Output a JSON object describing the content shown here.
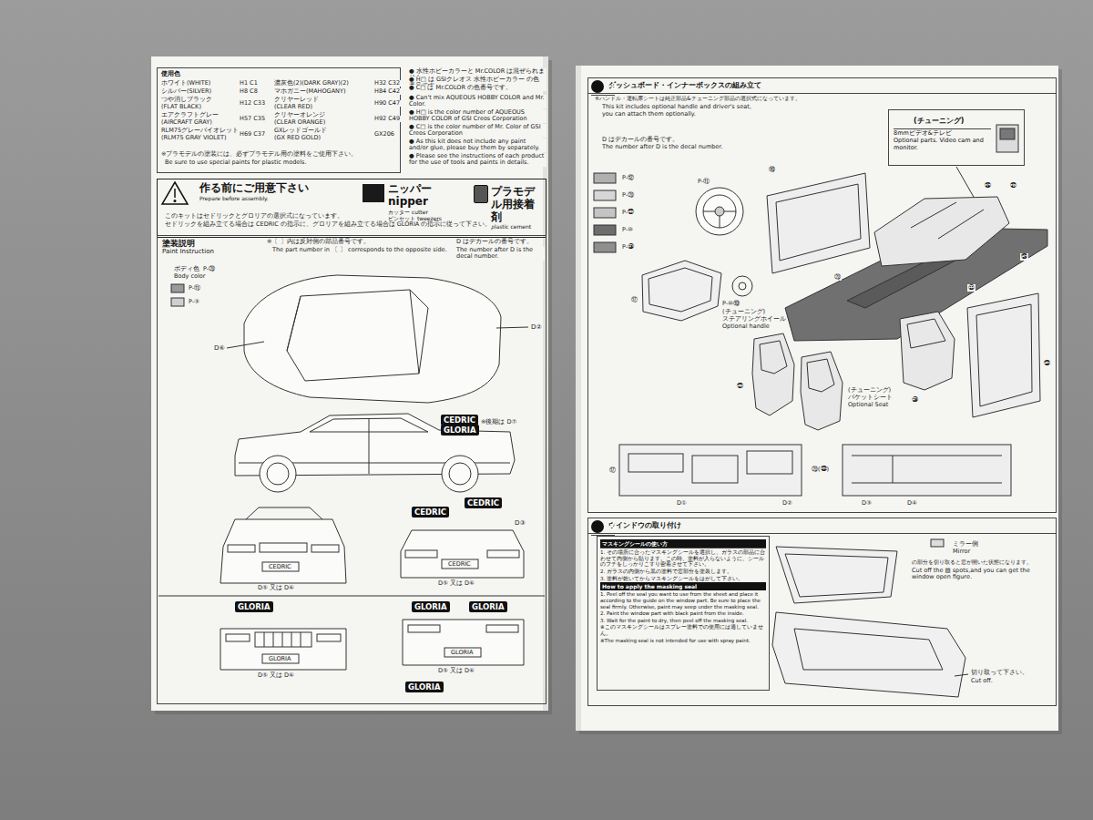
{
  "diagram": {
    "nodes": [
      {
        "text": [
          "使用色"
        ]
      },
      {
        "text": [
          "作る前にご用意下さい",
          "Prepare before assembly."
        ]
      },
      {
        "text": [
          "ニッパー nipper",
          "カッター cutter",
          "ピンセット tweezers"
        ],
        "in": 1
      },
      {
        "text": [
          "プラモデル用接着剤",
          "plastic cement"
        ],
        "in": 1
      },
      {
        "text": [
          "塗装説明",
          "Paint Instruction"
        ]
      },
      {
        "text": [
          "CEDRIC"
        ],
        "in": 4
      },
      {
        "text": [
          "GLORIA"
        ],
        "in": 4
      },
      {
        "text": [
          "CEDRIC"
        ],
        "in": 4
      },
      {
        "text": [
          "CEDRIC"
        ],
        "in": 4
      },
      {
        "text": [
          "GLORIA"
        ],
        "in": 4
      },
      {
        "text": [
          "GLORIA"
        ],
        "in": 4
      },
      {
        "text": [
          "GLORIA"
        ],
        "in": 4
      },
      {
        "text": [
          "GLORIA"
        ],
        "in": 4
      },
      {
        "text": [
          "ダッシュボード・インナーボックスの組み立て"
        ]
      },
      {
        "text": [
          "8"
        ],
        "in": 13
      },
      {
        "text": [
          "(チューニング)",
          "8mmビデオ&テレビ",
          "Optional parts. Video cam and monitor."
        ],
        "in": 13
      },
      {
        "text": [
          "ウインドウの取り付け"
        ]
      },
      {
        "text": [
          "9"
        ],
        "in": 16
      },
      {
        "text": [
          "マスキングシールの使い方",
          "1. その場所に合ったマスキングシールを選択し、ガラスの部品に合わせて内側から貼ります。この時、塗料が入らないように、シールのフチをしっかりこすり密着させて下さい。",
          "2. ガラスの内側から黒の塗料で窓部分を塗装します。",
          "3. 塗料が乾いてからマスキングシールをはがして下さい。",
          "How to apply the masking seal",
          "1. Peel off the seal you want to use from the sheet and place it according to the guide on the window part. Be sure to place the seal firmly. Otherwise, paint may seep under the masking seal.",
          "2. Paint the window part with black paint from the inside.",
          "3. Wait for the paint to dry, then peel off the masking seal.",
          "※このマスキングシールはスプレー塗料での使用には適していません。",
          "※The masking seal is not intended for use with spray paint."
        ],
        "in": 16
      }
    ],
    "labels": [
      "ホワイト(WHITE)",
      "シルバー(SILVER)",
      "つや消しブラック",
      "(FLAT BLACK)",
      "エアクラフトグレー",
      "(AIRCRAFT GRAY)",
      "RLM75グレーバイオレット",
      "(RLM75 GRAY VIOLET)",
      "H1 C1",
      "H8 C8",
      "H12 C33",
      "H57 C35",
      "H69 C37",
      "濃灰色(2)(DARK GRAY)(2)",
      "マホガニー(MAHOGANY)",
      "クリヤーレッド",
      "(CLEAR RED)",
      "クリヤーオレンジ",
      "(CLEAR ORANGE)",
      "GXレッドゴールド",
      "(GX RED GOLD)",
      "H32 C32",
      "H84 C42",
      "H90 C47",
      "H92 C49",
      "GX206",
      "※プラモデルの塗装には、必ずプラモデル用の塗料をご使用下さい。",
      "Be sure to use special paints for plastic models.",
      "● 水性ホビーカラーと Mr.COLOR は混ぜられません。",
      "● H□ は GSIクレオス 水性ホビーカラー の色番号です。",
      "● C□ は Mr.COLOR の色番号です。",
      "● Can't mix AQUEOUS HOBBY COLOR and Mr. Color.",
      "● H□ is the color number of AQUEOUS HOBBY COLOR of GSI Creos Corporation",
      "● C□ is the color number of Mr. Color of GSI Creos Corporation",
      "● As this kit does not include any paint and/or glue, please buy them by separately.",
      "● Please see the instructions of each product for the use of tools and paints in details.",
      "このキットはセドリックとグロリアの選択式になっています。",
      "セドリックを組み立てる場合は CEDRIC の指示に、グロリアを組み立てる場合は GLORIA の指示に従って下さい。",
      "※〔 〕内は反対側の部品番号です。",
      "The part number in 〔 〕 corresponds to the opposite side.",
      "D はデカールの番号です。",
      "The number after D is the decal number.",
      "ボディ色",
      "Body color",
      "P-⑳",
      "P-⑪",
      "P-③",
      "D⑥",
      "D②",
      "※後期は D⑦",
      "CEDRIC",
      "D⑤ 又は D⑥",
      "CEDRIC",
      "D⑤ 又は D⑥",
      "D③",
      "GLORIA",
      "D⑤ 又は D⑥",
      "GLORIA",
      "D⑤ 又は D⑥",
      "※ハンドル・運転席シートは純正部品&チューニング部品の選択式になっています。",
      "This kit includes optional handle and driver's seat,",
      "you can attach them optionally.",
      "D はデカールの番号です。",
      "The number after D is the decal number.",
      "P-⑫",
      "P-⑳",
      "P-㉗",
      "P-⑩",
      "P-㉘",
      "P-⑪",
      "⑰",
      "P-⑩⑲",
      "(チューニング)",
      "ステアリングホイール",
      "Optional handle",
      "㉗",
      "(チューニング)",
      "バケットシート",
      "Optional Seat",
      "⑱",
      "⑳",
      "㉒",
      "㉓",
      "㉖",
      "㉙",
      "㉟",
      "㊲",
      "⑰",
      "D①",
      "D②",
      "⑳(㉝)",
      "D③",
      "D④",
      "ミラー側",
      "Mirror",
      "の部分を切り取ると窓が開いた状態になります。",
      "Cut off the ▨ spots,and you can get the window open figure.",
      "切り取って下さい。",
      "Cut off."
    ]
  }
}
